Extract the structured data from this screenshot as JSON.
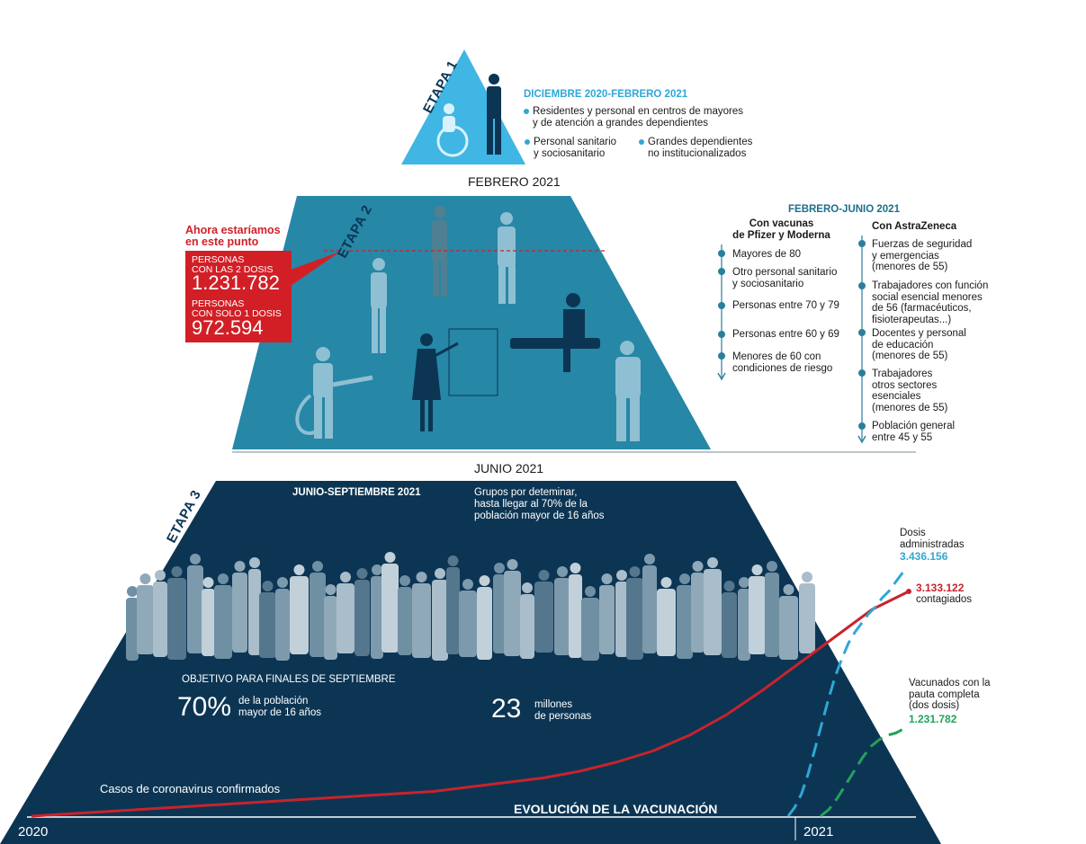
{
  "colors": {
    "stage1": "#3fb6e3",
    "stage2": "#2687a7",
    "stage3": "#0c3554",
    "cases": "#c8232c",
    "doses": "#2fa7d6",
    "vaccinated": "#23a25a"
  },
  "stage1": {
    "tag": "ETAPA 1",
    "period": "DICIEMBRE 2020-FEBRERO 2021",
    "groups": [
      "Residentes y personal en centros de mayores\ny de atención a grandes dependientes",
      "Personal sanitario\ny sociosanitario",
      "Grandes dependientes\nno institucionalizados"
    ]
  },
  "milestones": {
    "feb": "FEBRERO 2021",
    "jun": "JUNIO 2021"
  },
  "stage2": {
    "tag": "ETAPA 2",
    "period": "FEBRERO-JUNIO 2021",
    "here_title": "Ahora estaríamos\nen este punto",
    "two_doses_label": "PERSONAS\nCON LAS 2 DOSIS",
    "two_doses_value": "1.231.782",
    "one_dose_label": "PERSONAS\nCON SOLO 1 DOSIS",
    "one_dose_value": "972.594",
    "pfizer_title": "Con vacunas\nde Pfizer y Moderna",
    "pfizer_groups": [
      "Mayores de 80",
      "Otro personal sanitario\ny sociosanitario",
      "Personas entre 70 y 79",
      "Personas entre 60 y 69",
      "Menores de 60 con\ncondiciones de riesgo"
    ],
    "astra_title": "Con  AstraZeneca",
    "astra_groups": [
      "Fuerzas de seguridad\ny emergencias\n(menores de 55)",
      "Trabajadores con función\nsocial esencial menores\nde 56 (farmacéuticos,\nfisioterapeutas...)",
      "Docentes y personal\nde educación\n(menores de 55)",
      "Trabajadores\notros sectores\nesenciales\n(menores de 55)",
      "Población general\nentre 45 y 55"
    ]
  },
  "stage3": {
    "tag": "ETAPA 3",
    "period": "JUNIO-SEPTIEMBRE 2021",
    "groups_text": "Grupos por deteminar,\nhasta llegar al 70% de la\npoblación mayor de 16 años",
    "objective_title": "OBJETIVO PARA FINALES DE  SEPTIEMBRE",
    "objective_pct": "70%",
    "objective_pct_desc": "de la población\nmayor de 16 años",
    "objective_people": "23",
    "objective_people_desc": "millones\nde personas"
  },
  "chart_data": {
    "type": "line",
    "title": "EVOLUCIÓN DE LA VACUNACIÓN",
    "x_labels": [
      "2020",
      "2021"
    ],
    "cases_label": "Casos de coronavirus confirmados",
    "series": [
      {
        "name": "contagiados",
        "total": "3.133.122",
        "style": "solid",
        "values": [
          0,
          1,
          2,
          3,
          4,
          5,
          6,
          7,
          8,
          9,
          10,
          11,
          13,
          15,
          17,
          20,
          24,
          29,
          36,
          45,
          56,
          68,
          80,
          92,
          100
        ]
      },
      {
        "name": "Dosis administradas",
        "total": "3.436.156",
        "style": "dashed",
        "values": [
          0,
          4,
          10,
          19,
          30,
          41,
          52,
          62,
          70,
          77,
          82,
          86,
          90,
          93,
          97,
          100,
          104,
          108,
          110
        ]
      },
      {
        "name": "Vacunados con la pauta completa (dos dosis)",
        "total": "1.231.782",
        "style": "dashed",
        "values": [
          0,
          3,
          8,
          14,
          20,
          26,
          31,
          34,
          36,
          37,
          39
        ]
      }
    ],
    "legend": {
      "doses_label": "Dosis\nadministradas",
      "vaccinated_label": "Vacunados con la\npauta completa\n(dos dosis)"
    }
  }
}
